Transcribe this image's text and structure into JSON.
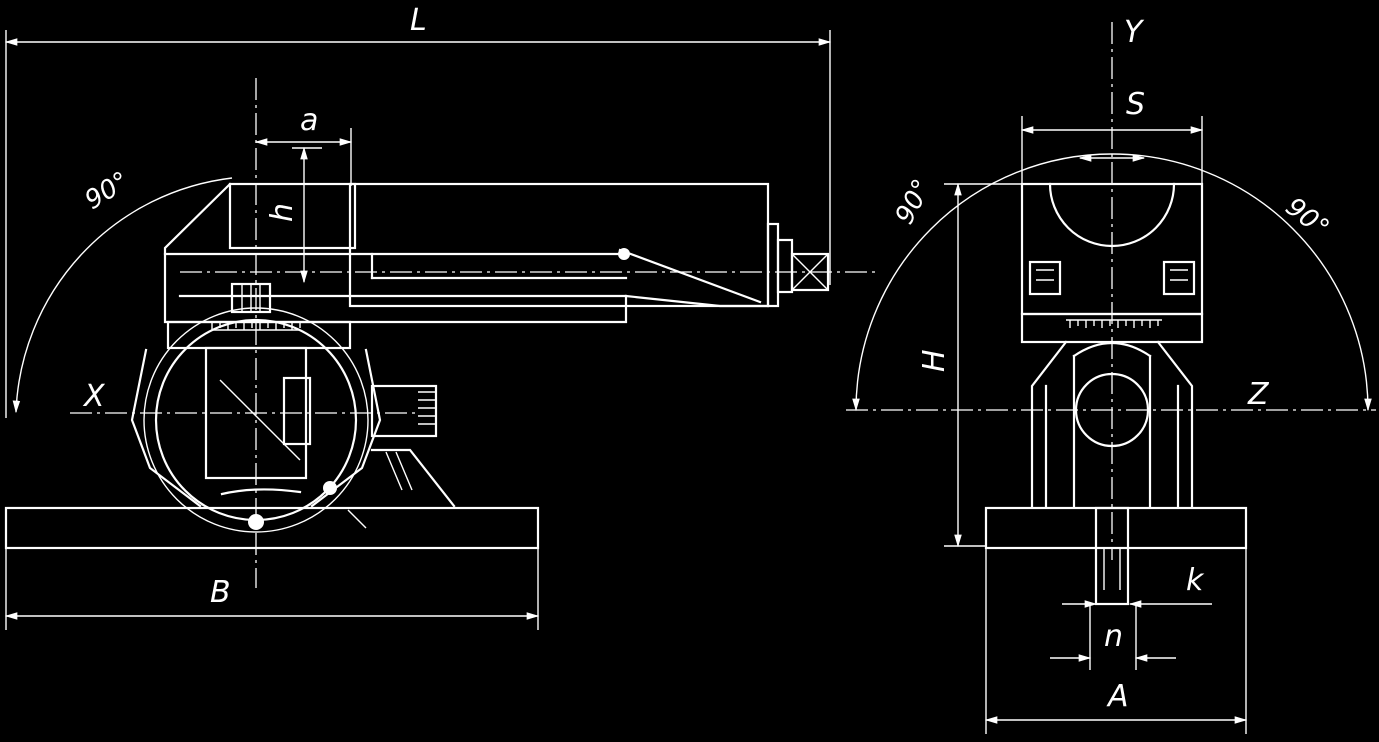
{
  "colors": {
    "background": "#000000",
    "line": "#ffffff"
  },
  "labels": {
    "L": "L",
    "a": "a",
    "h": "h",
    "B": "B",
    "X": "X",
    "Y": "Y",
    "S": "S",
    "H": "H",
    "Z": "Z",
    "k": "k",
    "n": "n",
    "A": "A",
    "angle_left": "90°",
    "angle_right_1": "90°",
    "angle_right_2": "90°"
  }
}
